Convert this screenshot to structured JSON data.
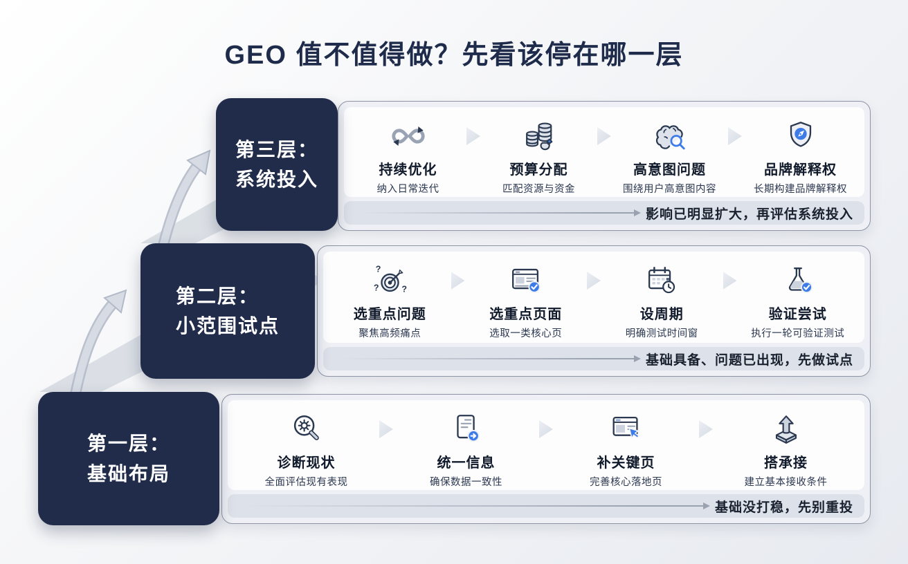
{
  "title": "GEO 值不值得做？先看该停在哪一层",
  "colors": {
    "navy": "#202c49",
    "accent_blue": "#3d7ce8",
    "card_bg": "#eef0f5",
    "pill_bg": "#dde1e9"
  },
  "layers": [
    {
      "label_line1": "第三层：",
      "label_line2": "系统投入",
      "steps": [
        {
          "icon": "loop-icon",
          "title": "持续优化",
          "subtitle": "纳入日常迭代"
        },
        {
          "icon": "coins-icon",
          "title": "预算分配",
          "subtitle": "匹配资源与资金"
        },
        {
          "icon": "brain-search-icon",
          "title": "高意图问题",
          "subtitle": "围绕用户高意图内容"
        },
        {
          "icon": "shield-check-icon",
          "title": "品牌解释权",
          "subtitle": "长期构建品牌解释权"
        }
      ],
      "conclusion": "影响已明显扩大，再评估系统投入"
    },
    {
      "label_line1": "第二层：",
      "label_line2": "小范围试点",
      "steps": [
        {
          "icon": "target-dart-icon",
          "title": "选重点问题",
          "subtitle": "聚焦高频痛点"
        },
        {
          "icon": "browser-check-icon",
          "title": "选重点页面",
          "subtitle": "选取一类核心页"
        },
        {
          "icon": "calendar-clock-icon",
          "title": "设周期",
          "subtitle": "明确测试时间窗"
        },
        {
          "icon": "flask-check-icon",
          "title": "验证尝试",
          "subtitle": "执行一轮可验证测试"
        }
      ],
      "conclusion": "基础具备、问题已出现，先做试点"
    },
    {
      "label_line1": "第一层：",
      "label_line2": "基础布局",
      "steps": [
        {
          "icon": "search-gear-icon",
          "title": "诊断现状",
          "subtitle": "全面评估现有表现"
        },
        {
          "icon": "document-arrow-icon",
          "title": "统一信息",
          "subtitle": "确保数据一致性"
        },
        {
          "icon": "browser-cursor-icon",
          "title": "补关键页",
          "subtitle": "完善核心落地页"
        },
        {
          "icon": "upload-platform-icon",
          "title": "搭承接",
          "subtitle": "建立基本接收条件"
        }
      ],
      "conclusion": "基础没打稳，先别重投"
    }
  ]
}
